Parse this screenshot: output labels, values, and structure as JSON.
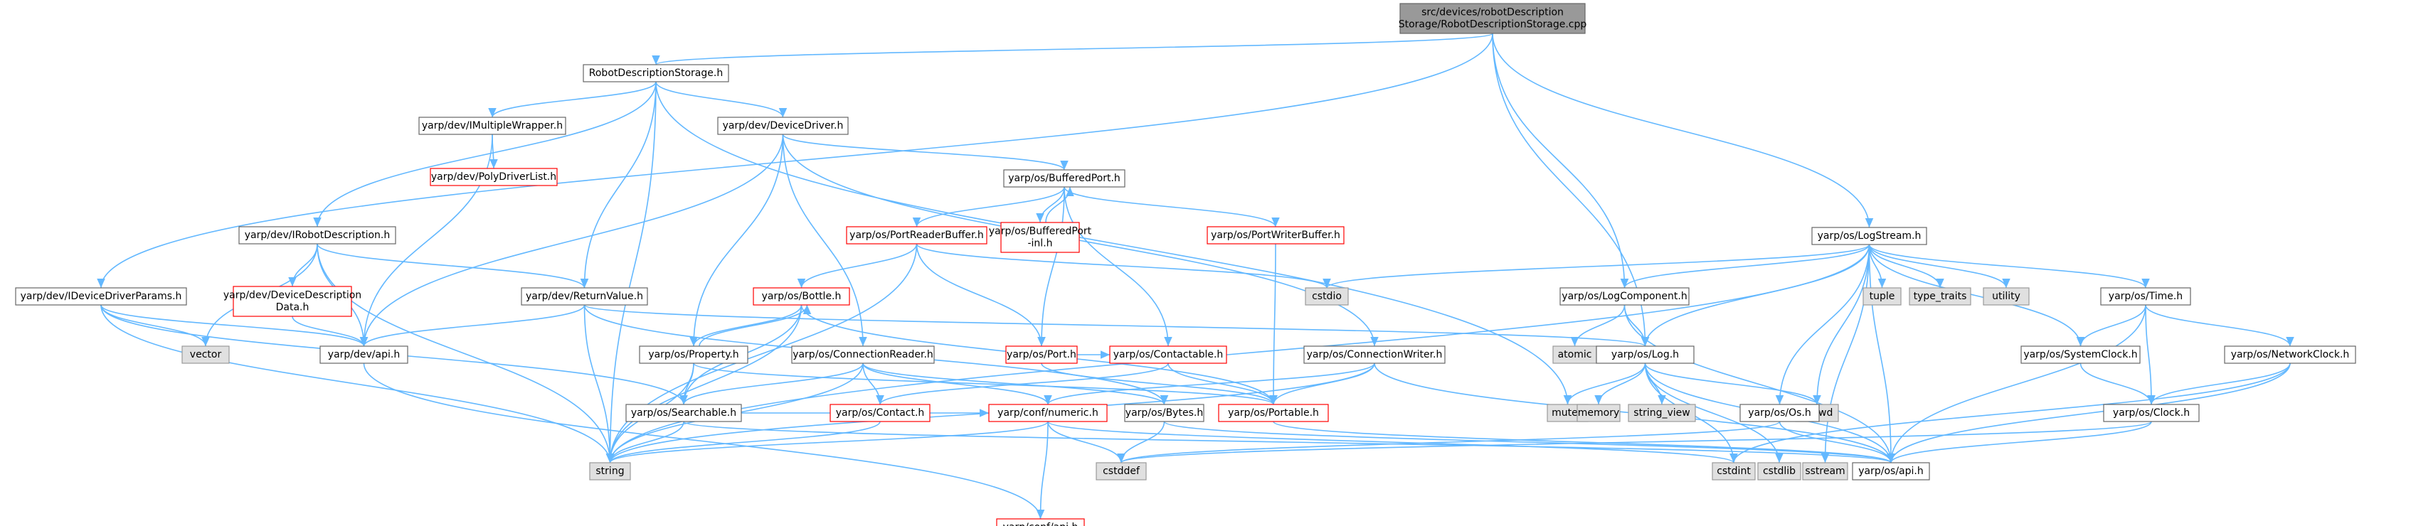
{
  "colors": {
    "edge": "#63b8ff",
    "root_fill": "#999999",
    "normal_fill": "#ffffff",
    "normal_stroke": "#666666",
    "missing_stroke": "#ff0000",
    "system_fill": "#e0e0e0",
    "system_stroke": "#999999"
  },
  "nodes": [
    {
      "id": "root",
      "lines": [
        "src/devices/robotDescription",
        "Storage/RobotDescriptionStorage.cpp"
      ],
      "kind": "root"
    },
    {
      "id": "rds",
      "lines": [
        "RobotDescriptionStorage.h"
      ],
      "kind": "normal"
    },
    {
      "id": "imw",
      "lines": [
        "yarp/dev/IMultipleWrapper.h"
      ],
      "kind": "normal"
    },
    {
      "id": "ddriver",
      "lines": [
        "yarp/dev/DeviceDriver.h"
      ],
      "kind": "normal"
    },
    {
      "id": "polydl",
      "lines": [
        "yarp/dev/PolyDriverList.h"
      ],
      "kind": "missing"
    },
    {
      "id": "bport",
      "lines": [
        "yarp/os/BufferedPort.h"
      ],
      "kind": "normal"
    },
    {
      "id": "prb",
      "lines": [
        "yarp/os/PortReaderBuffer.h"
      ],
      "kind": "missing"
    },
    {
      "id": "bpinl",
      "lines": [
        "yarp/os/BufferedPort",
        "-inl.h"
      ],
      "kind": "missing"
    },
    {
      "id": "pwb",
      "lines": [
        "yarp/os/PortWriterBuffer.h"
      ],
      "kind": "missing"
    },
    {
      "id": "ird",
      "lines": [
        "yarp/dev/IRobotDescription.h"
      ],
      "kind": "normal"
    },
    {
      "id": "ddd",
      "lines": [
        "yarp/dev/DeviceDescription",
        "Data.h"
      ],
      "kind": "missing"
    },
    {
      "id": "idp",
      "lines": [
        "yarp/dev/IDeviceDriverParams.h"
      ],
      "kind": "normal"
    },
    {
      "id": "vector",
      "lines": [
        "vector"
      ],
      "kind": "system"
    },
    {
      "id": "devapi",
      "lines": [
        "yarp/dev/api.h"
      ],
      "kind": "normal"
    },
    {
      "id": "rv",
      "lines": [
        "yarp/dev/ReturnValue.h"
      ],
      "kind": "normal"
    },
    {
      "id": "bottle",
      "lines": [
        "yarp/os/Bottle.h"
      ],
      "kind": "missing"
    },
    {
      "id": "cstdio",
      "lines": [
        "cstdio"
      ],
      "kind": "system"
    },
    {
      "id": "property",
      "lines": [
        "yarp/os/Property.h"
      ],
      "kind": "normal"
    },
    {
      "id": "cr",
      "lines": [
        "yarp/os/ConnectionReader.h"
      ],
      "kind": "normal"
    },
    {
      "id": "port",
      "lines": [
        "yarp/os/Port.h"
      ],
      "kind": "missing"
    },
    {
      "id": "contactable",
      "lines": [
        "yarp/os/Contactable.h"
      ],
      "kind": "missing"
    },
    {
      "id": "cw",
      "lines": [
        "yarp/os/ConnectionWriter.h"
      ],
      "kind": "normal"
    },
    {
      "id": "searchable",
      "lines": [
        "yarp/os/Searchable.h"
      ],
      "kind": "normal"
    },
    {
      "id": "contact",
      "lines": [
        "yarp/os/Contact.h"
      ],
      "kind": "missing"
    },
    {
      "id": "numeric",
      "lines": [
        "yarp/conf/numeric.h"
      ],
      "kind": "missing"
    },
    {
      "id": "bytes",
      "lines": [
        "yarp/os/Bytes.h"
      ],
      "kind": "normal"
    },
    {
      "id": "portable",
      "lines": [
        "yarp/os/Portable.h"
      ],
      "kind": "missing"
    },
    {
      "id": "string",
      "lines": [
        "string"
      ],
      "kind": "system"
    },
    {
      "id": "cstddef",
      "lines": [
        "cstddef"
      ],
      "kind": "system"
    },
    {
      "id": "confapi",
      "lines": [
        "yarp/conf/api.h"
      ],
      "kind": "missing"
    },
    {
      "id": "logstream",
      "lines": [
        "yarp/os/LogStream.h"
      ],
      "kind": "normal"
    },
    {
      "id": "logcomp",
      "lines": [
        "yarp/os/LogComponent.h"
      ],
      "kind": "normal"
    },
    {
      "id": "tuple",
      "lines": [
        "tuple"
      ],
      "kind": "system"
    },
    {
      "id": "typetraits",
      "lines": [
        "type_traits"
      ],
      "kind": "system"
    },
    {
      "id": "utility",
      "lines": [
        "utility"
      ],
      "kind": "system"
    },
    {
      "id": "time",
      "lines": [
        "yarp/os/Time.h"
      ],
      "kind": "normal"
    },
    {
      "id": "atomic",
      "lines": [
        "atomic"
      ],
      "kind": "system"
    },
    {
      "id": "log",
      "lines": [
        "yarp/os/Log.h"
      ],
      "kind": "normal"
    },
    {
      "id": "sysclock",
      "lines": [
        "yarp/os/SystemClock.h"
      ],
      "kind": "normal"
    },
    {
      "id": "netclock",
      "lines": [
        "yarp/os/NetworkClock.h"
      ],
      "kind": "normal"
    },
    {
      "id": "mutex",
      "lines": [
        "mutex"
      ],
      "kind": "system"
    },
    {
      "id": "memory",
      "lines": [
        "memory"
      ],
      "kind": "system"
    },
    {
      "id": "stringview",
      "lines": [
        "string_view"
      ],
      "kind": "system"
    },
    {
      "id": "iosfwd",
      "lines": [
        "iosfwd"
      ],
      "kind": "system"
    },
    {
      "id": "clock",
      "lines": [
        "yarp/os/Clock.h"
      ],
      "kind": "normal"
    },
    {
      "id": "os",
      "lines": [
        "yarp/os/Os.h"
      ],
      "kind": "normal"
    },
    {
      "id": "cstdint",
      "lines": [
        "cstdint"
      ],
      "kind": "system"
    },
    {
      "id": "cstdlib",
      "lines": [
        "cstdlib"
      ],
      "kind": "system"
    },
    {
      "id": "sstream",
      "lines": [
        "sstream"
      ],
      "kind": "system"
    },
    {
      "id": "osapi",
      "lines": [
        "yarp/os/api.h"
      ],
      "kind": "normal"
    }
  ],
  "edges": [
    [
      "root",
      "rds"
    ],
    [
      "root",
      "idp"
    ],
    [
      "root",
      "log"
    ],
    [
      "root",
      "logcomp"
    ],
    [
      "root",
      "logstream"
    ],
    [
      "rds",
      "imw"
    ],
    [
      "rds",
      "ddriver"
    ],
    [
      "rds",
      "ird"
    ],
    [
      "rds",
      "rv"
    ],
    [
      "rds",
      "string"
    ],
    [
      "rds",
      "mutex"
    ],
    [
      "imw",
      "polydl"
    ],
    [
      "imw",
      "devapi"
    ],
    [
      "ddriver",
      "bport"
    ],
    [
      "ddriver",
      "property"
    ],
    [
      "ddriver",
      "cr"
    ],
    [
      "ddriver",
      "cw"
    ],
    [
      "ddriver",
      "devapi"
    ],
    [
      "bport",
      "prb"
    ],
    [
      "bport",
      "bpinl"
    ],
    [
      "bport",
      "pwb"
    ],
    [
      "bport",
      "port"
    ],
    [
      "bport",
      "contactable"
    ],
    [
      "bpinl",
      "bport"
    ],
    [
      "prb",
      "bottle"
    ],
    [
      "prb",
      "port"
    ],
    [
      "prb",
      "string"
    ],
    [
      "prb",
      "cstdio"
    ],
    [
      "pwb",
      "portable"
    ],
    [
      "ird",
      "ddd"
    ],
    [
      "ird",
      "devapi"
    ],
    [
      "ird",
      "rv"
    ],
    [
      "ird",
      "vector"
    ],
    [
      "ird",
      "string"
    ],
    [
      "ddd",
      "devapi"
    ],
    [
      "idp",
      "vector"
    ],
    [
      "idp",
      "devapi"
    ],
    [
      "idp",
      "searchable"
    ],
    [
      "idp",
      "string"
    ],
    [
      "devapi",
      "confapi"
    ],
    [
      "rv",
      "devapi"
    ],
    [
      "rv",
      "log"
    ],
    [
      "rv",
      "bytes"
    ],
    [
      "rv",
      "string"
    ],
    [
      "bottle",
      "property"
    ],
    [
      "bottle",
      "searchable"
    ],
    [
      "bottle",
      "portable"
    ],
    [
      "bottle",
      "string"
    ],
    [
      "property",
      "bottle"
    ],
    [
      "property",
      "searchable"
    ],
    [
      "property",
      "string"
    ],
    [
      "property",
      "portable"
    ],
    [
      "cr",
      "searchable"
    ],
    [
      "cr",
      "contact"
    ],
    [
      "cr",
      "numeric"
    ],
    [
      "cr",
      "bytes"
    ],
    [
      "cr",
      "string"
    ],
    [
      "port",
      "contactable"
    ],
    [
      "port",
      "portable"
    ],
    [
      "contactable",
      "contact"
    ],
    [
      "contactable",
      "portable"
    ],
    [
      "cw",
      "portable"
    ],
    [
      "cw",
      "numeric"
    ],
    [
      "cw",
      "string"
    ],
    [
      "cw",
      "osapi"
    ],
    [
      "searchable",
      "string"
    ],
    [
      "searchable",
      "numeric"
    ],
    [
      "searchable",
      "osapi"
    ],
    [
      "contact",
      "string"
    ],
    [
      "numeric",
      "confapi"
    ],
    [
      "numeric",
      "cstddef"
    ],
    [
      "numeric",
      "cstdint"
    ],
    [
      "numeric",
      "string"
    ],
    [
      "bytes",
      "cstddef"
    ],
    [
      "bytes",
      "osapi"
    ],
    [
      "portable",
      "osapi"
    ],
    [
      "logstream",
      "logcomp"
    ],
    [
      "logstream",
      "log"
    ],
    [
      "logstream",
      "time"
    ],
    [
      "logstream",
      "sysclock"
    ],
    [
      "logstream",
      "tuple"
    ],
    [
      "logstream",
      "typetraits"
    ],
    [
      "logstream",
      "utility"
    ],
    [
      "logstream",
      "cstdio"
    ],
    [
      "logstream",
      "iosfwd"
    ],
    [
      "logstream",
      "os"
    ],
    [
      "logstream",
      "string"
    ],
    [
      "logstream",
      "sstream"
    ],
    [
      "logstream",
      "osapi"
    ],
    [
      "logcomp",
      "log"
    ],
    [
      "logcomp",
      "atomic"
    ],
    [
      "logcomp",
      "osapi"
    ],
    [
      "log",
      "mutex"
    ],
    [
      "log",
      "memory"
    ],
    [
      "log",
      "stringview"
    ],
    [
      "log",
      "iosfwd"
    ],
    [
      "log",
      "cstdint"
    ],
    [
      "log",
      "osapi"
    ],
    [
      "log",
      "cstdlib"
    ],
    [
      "time",
      "sysclock"
    ],
    [
      "time",
      "netclock"
    ],
    [
      "time",
      "clock"
    ],
    [
      "time",
      "osapi"
    ],
    [
      "sysclock",
      "clock"
    ],
    [
      "netclock",
      "clock"
    ],
    [
      "netclock",
      "osapi"
    ],
    [
      "netclock",
      "cstdint"
    ],
    [
      "clock",
      "osapi"
    ],
    [
      "clock",
      "cstddef"
    ],
    [
      "os",
      "osapi"
    ],
    [
      "os",
      "cstddef"
    ]
  ]
}
